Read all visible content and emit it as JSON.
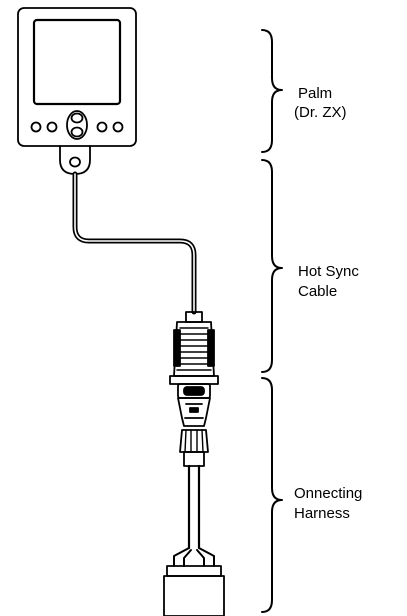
{
  "colors": {
    "ink": "#000000",
    "paper": "#ffffff"
  },
  "labels": {
    "palm": {
      "line1": "Palm",
      "line2": "(Dr. ZX)"
    },
    "cable": {
      "line1": "Hot Sync",
      "line2": "Cable"
    },
    "harness": {
      "line1": "Onnecting",
      "line2": "Harness"
    }
  }
}
